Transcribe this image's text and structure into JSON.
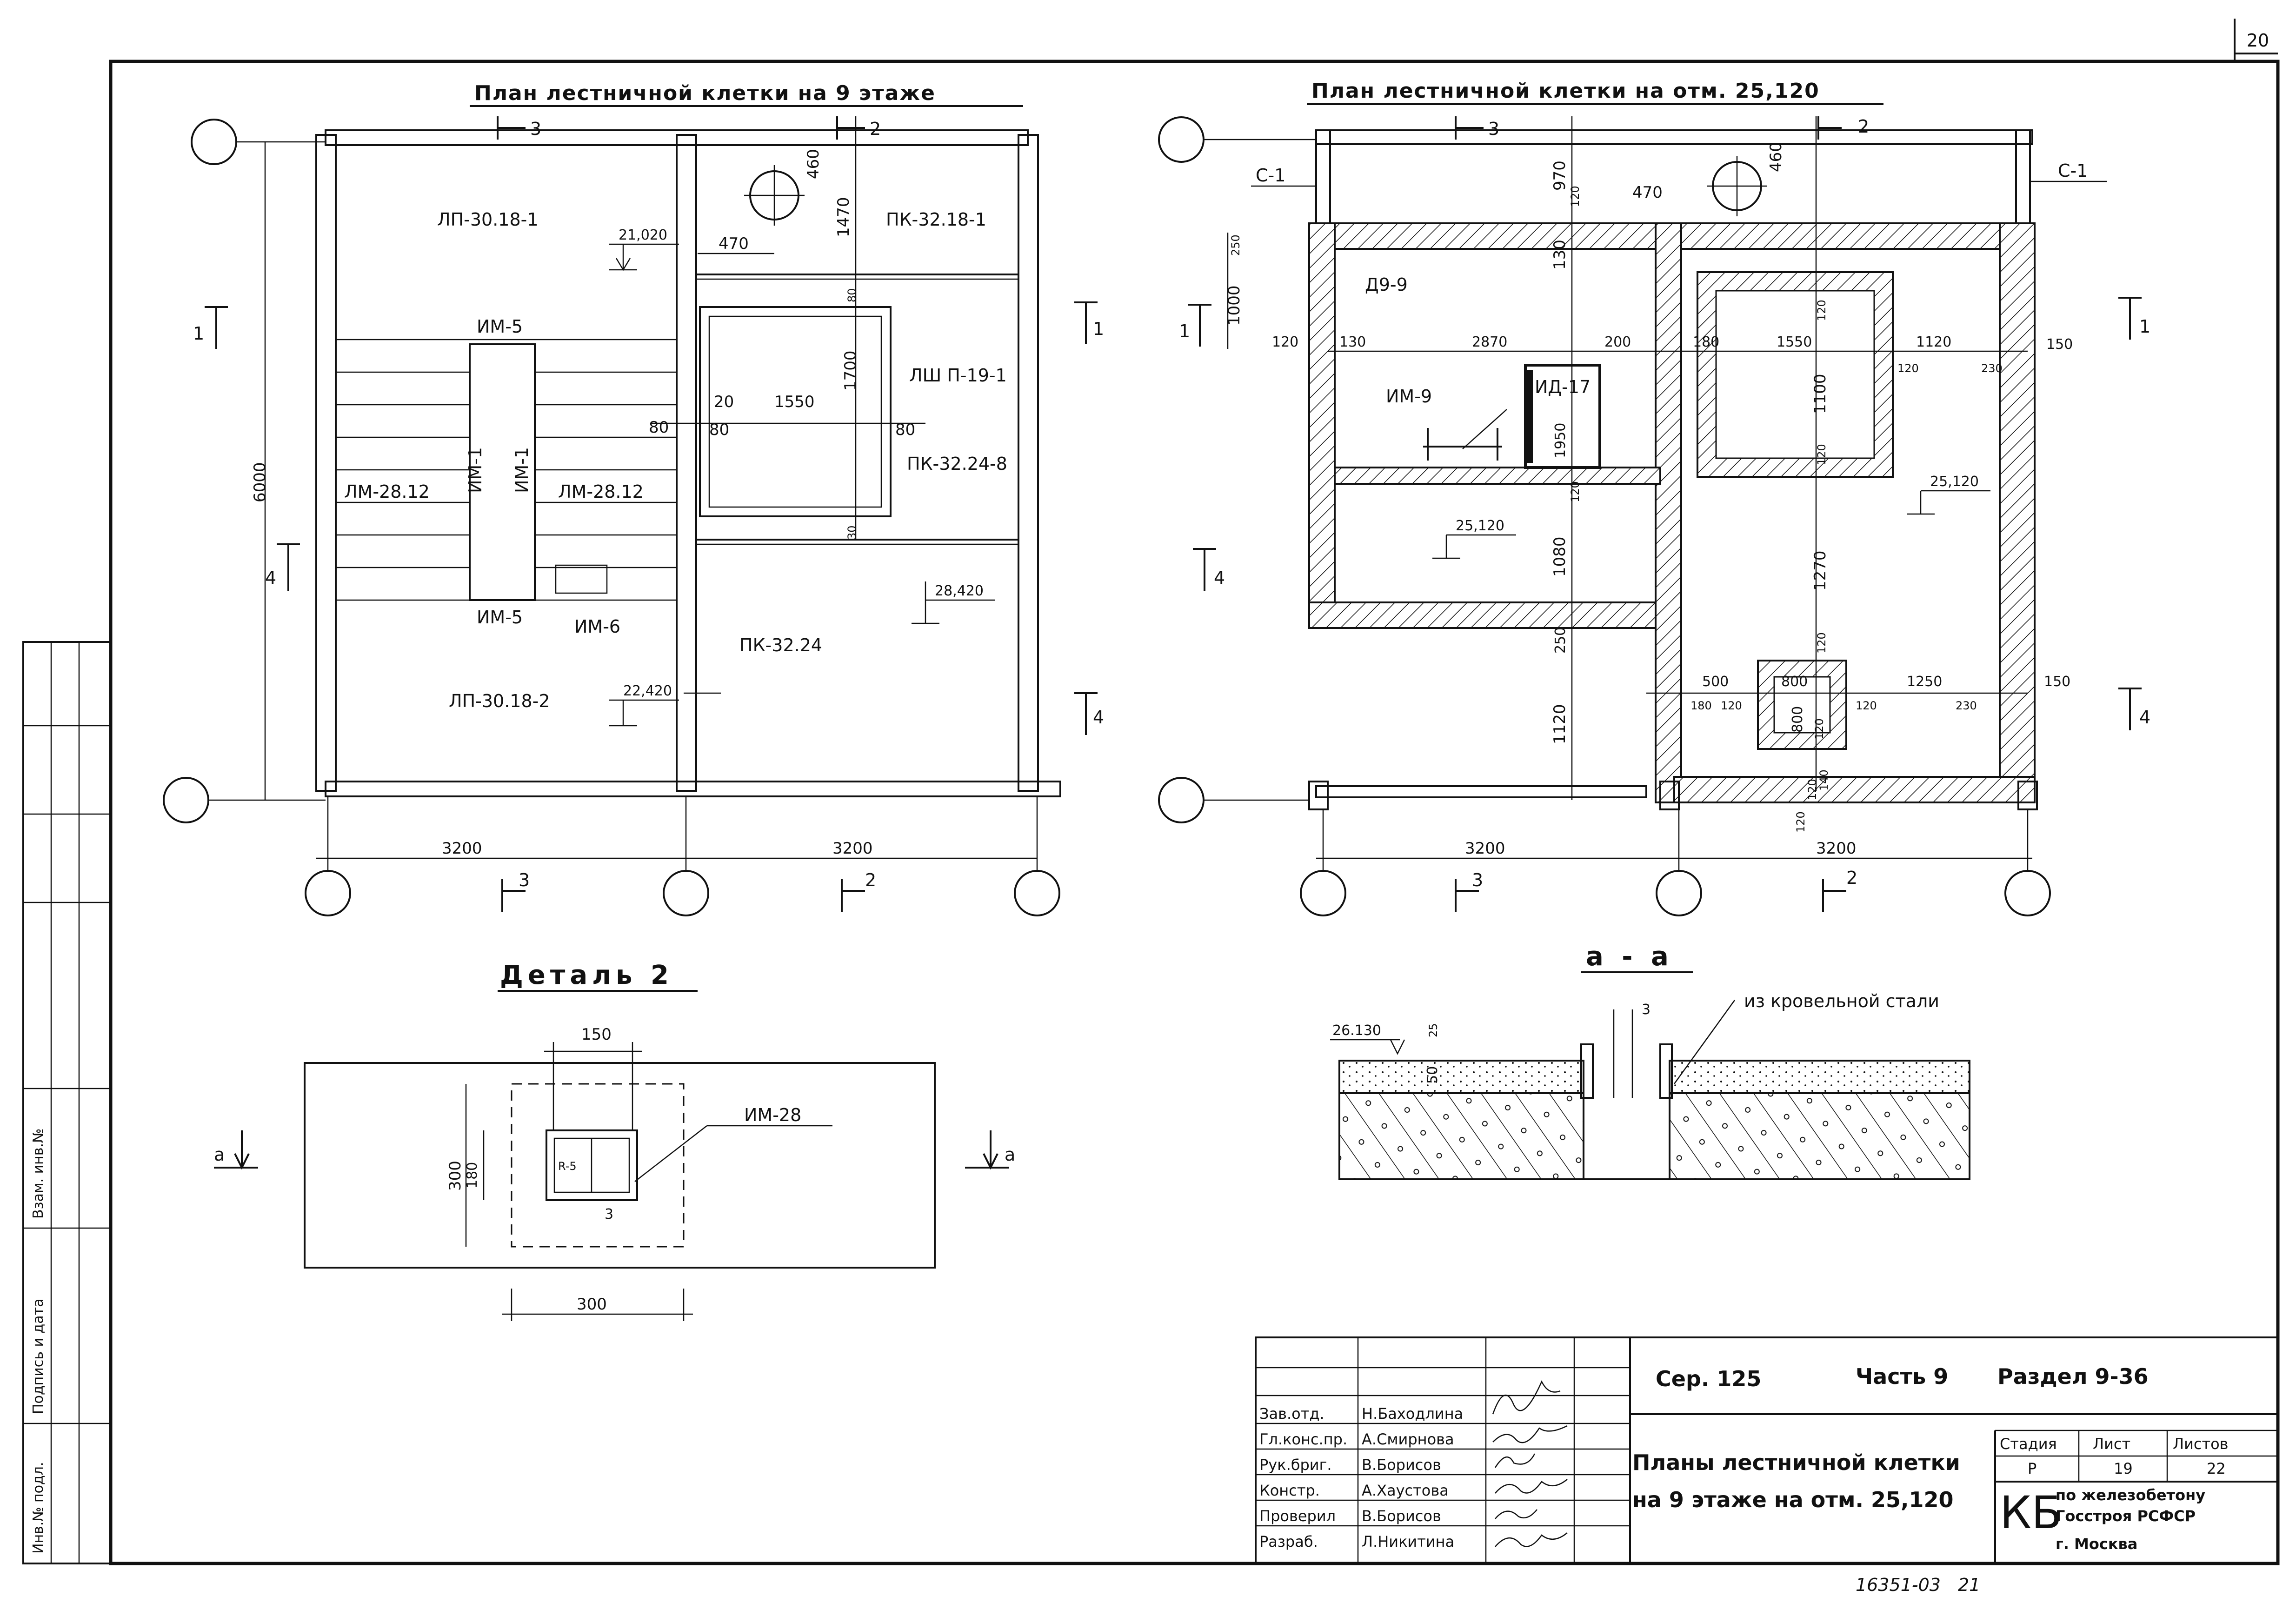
{
  "sheet": {
    "page_number": "20",
    "footer_number": "16351-03",
    "footer_page": "21"
  },
  "plan_9": {
    "title": "План лестничной клетки на 9 этаже",
    "labels": [
      "ЛП-30.18-1",
      "ПК-32.18-1",
      "ИМ-5",
      "ИМ-1",
      "ИМ-1",
      "ЛМ-28.12",
      "ЛМ-28.12",
      "ИМ-5",
      "ИМ-6",
      "ЛШ П-19-1",
      "ПК-32.24-8",
      "ПК-32.24",
      "ЛП-30.18-2"
    ],
    "elevations": [
      "21,020",
      "28,420",
      "22,420"
    ],
    "dims": [
      "460",
      "1470",
      "470",
      "80",
      "1700",
      "20",
      "1550",
      "80",
      "80",
      "80",
      "30",
      "6000",
      "3200",
      "3200"
    ],
    "sections": [
      "3",
      "2",
      "1",
      "1",
      "4",
      "4",
      "3",
      "2"
    ]
  },
  "plan_roof": {
    "title": "План лестничной клетки на отм. 25,120",
    "labels": [
      "С-1",
      "С-1",
      "Д9-9",
      "ИМ-9",
      "ИД-17"
    ],
    "elevations": [
      "25,120",
      "25,120"
    ],
    "dims": [
      "970",
      "460",
      "470",
      "120",
      "250",
      "130",
      "1000",
      "120",
      "130",
      "2870",
      "200",
      "180",
      "1550",
      "120",
      "1120",
      "150",
      "120",
      "230",
      "1950",
      "1100",
      "120",
      "120",
      "1080",
      "1270",
      "250",
      "120",
      "500",
      "800",
      "1250",
      "150",
      "180",
      "120",
      "800",
      "120",
      "120",
      "230",
      "1120",
      "3200",
      "3200",
      "120",
      "120",
      "140"
    ],
    "sections": [
      "3",
      "2",
      "1",
      "1",
      "4",
      "4",
      "3",
      "2"
    ]
  },
  "detail_2": {
    "title": "Деталь 2",
    "labels": [
      "ИМ-28"
    ],
    "dims": [
      "150",
      "300",
      "180",
      "R-5",
      "3",
      "300"
    ],
    "section_marks": [
      "а",
      "а"
    ]
  },
  "section_aa": {
    "title": "а - а",
    "labels": [
      "из кровельной стали"
    ],
    "elevation": "26.130",
    "dims": [
      "25",
      "50",
      "3"
    ]
  },
  "side_stamp": [
    "Инв.№ подл.",
    "Подпись и дата",
    "Взам. инв.№"
  ],
  "title_block": {
    "roles": [
      "Зав.отд.",
      "Гл.конс.пр.",
      "Рук.бриг.",
      "Констр.",
      "Проверил",
      "Разраб."
    ],
    "names": [
      "Н.Баходлина",
      "А.Смирнова",
      "В.Борисов",
      "А.Хаустова",
      "В.Борисов",
      "Л.Никитина"
    ],
    "series": "Сер. 125",
    "part": "Часть 9",
    "section": "Раздел 9-36",
    "drawing_title_line1": "Планы лестничной клетки",
    "drawing_title_line2": "на 9 этаже на отм. 25,120",
    "stage_label": "Стадия",
    "sheet_label": "Лист",
    "sheets_label": "Листов",
    "stage": "Р",
    "sheet": "19",
    "sheets": "22",
    "org_abbr": "КБ",
    "org_line1": "по железобетону",
    "org_line2": "Госстроя РСФСР",
    "org_line3": "г. Москва"
  }
}
